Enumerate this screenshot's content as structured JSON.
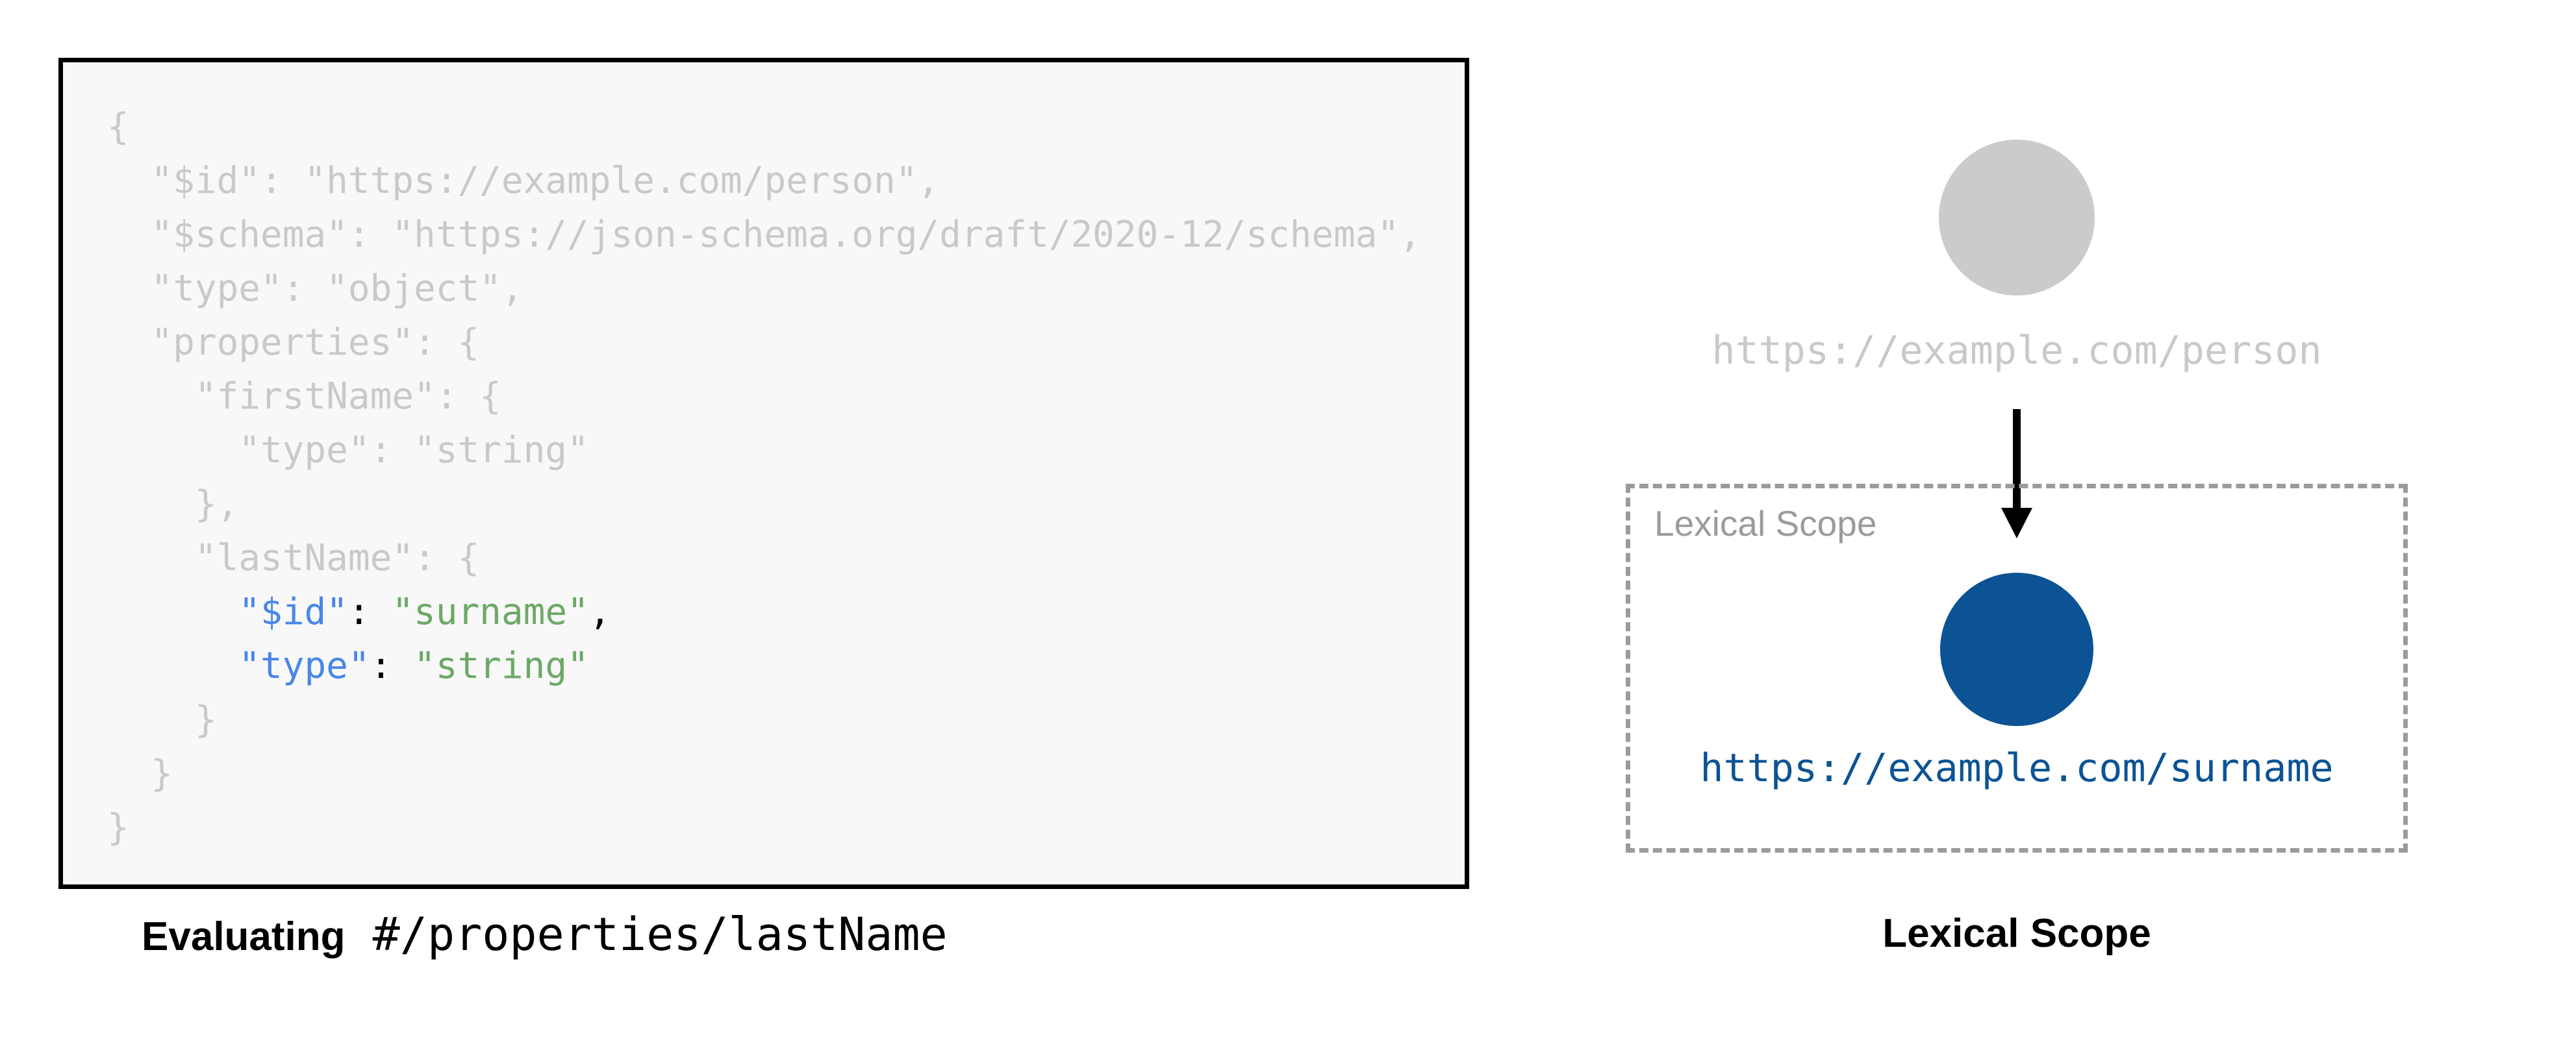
{
  "left_figure": {
    "code_lines": [
      [
        {
          "t": "{",
          "c": "muted"
        }
      ],
      [
        {
          "t": "  \"$id\": \"https://example.com/person\",",
          "c": "muted"
        }
      ],
      [
        {
          "t": "  \"$schema\": \"https://json-schema.org/draft/2020-12/schema\",",
          "c": "muted"
        }
      ],
      [
        {
          "t": "  \"type\": \"object\",",
          "c": "muted"
        }
      ],
      [
        {
          "t": "  \"properties\": {",
          "c": "muted"
        }
      ],
      [
        {
          "t": "    \"firstName\": {",
          "c": "muted"
        }
      ],
      [
        {
          "t": "      \"type\": \"string\"",
          "c": "muted"
        }
      ],
      [
        {
          "t": "    },",
          "c": "muted"
        }
      ],
      [
        {
          "t": "    \"lastName\": {",
          "c": "muted"
        }
      ],
      [
        {
          "t": "      ",
          "c": "muted"
        },
        {
          "t": "\"$id\"",
          "c": "key"
        },
        {
          "t": ": ",
          "c": "plain"
        },
        {
          "t": "\"surname\"",
          "c": "str"
        },
        {
          "t": ",",
          "c": "plain"
        }
      ],
      [
        {
          "t": "      ",
          "c": "muted"
        },
        {
          "t": "\"type\"",
          "c": "key"
        },
        {
          "t": ": ",
          "c": "plain"
        },
        {
          "t": "\"string\"",
          "c": "str"
        }
      ],
      [
        {
          "t": "    }",
          "c": "muted"
        }
      ],
      [
        {
          "t": "  }",
          "c": "muted"
        }
      ],
      [
        {
          "t": "}",
          "c": "muted"
        }
      ]
    ],
    "caption_bold": "Evaluating",
    "caption_code": " #/properties/lastName"
  },
  "right_figure": {
    "parent_uri": "https://example.com/person",
    "scope_box_label": "Lexical Scope",
    "child_uri": "https://example.com/surname",
    "caption": "Lexical Scope"
  },
  "colors": {
    "panel_background": "#F8F8F8",
    "panel_border": "#000000",
    "code_muted_gray": "#C9C9C9",
    "code_key_blue": "#4A86E8",
    "code_string_green": "#6CA966",
    "code_plain_black": "#000000",
    "parent_node_gray": "#CBCBCB",
    "child_node_blue": "#0B5394",
    "scope_border_gray": "#9B9B9B",
    "arrow_black": "#000000"
  }
}
